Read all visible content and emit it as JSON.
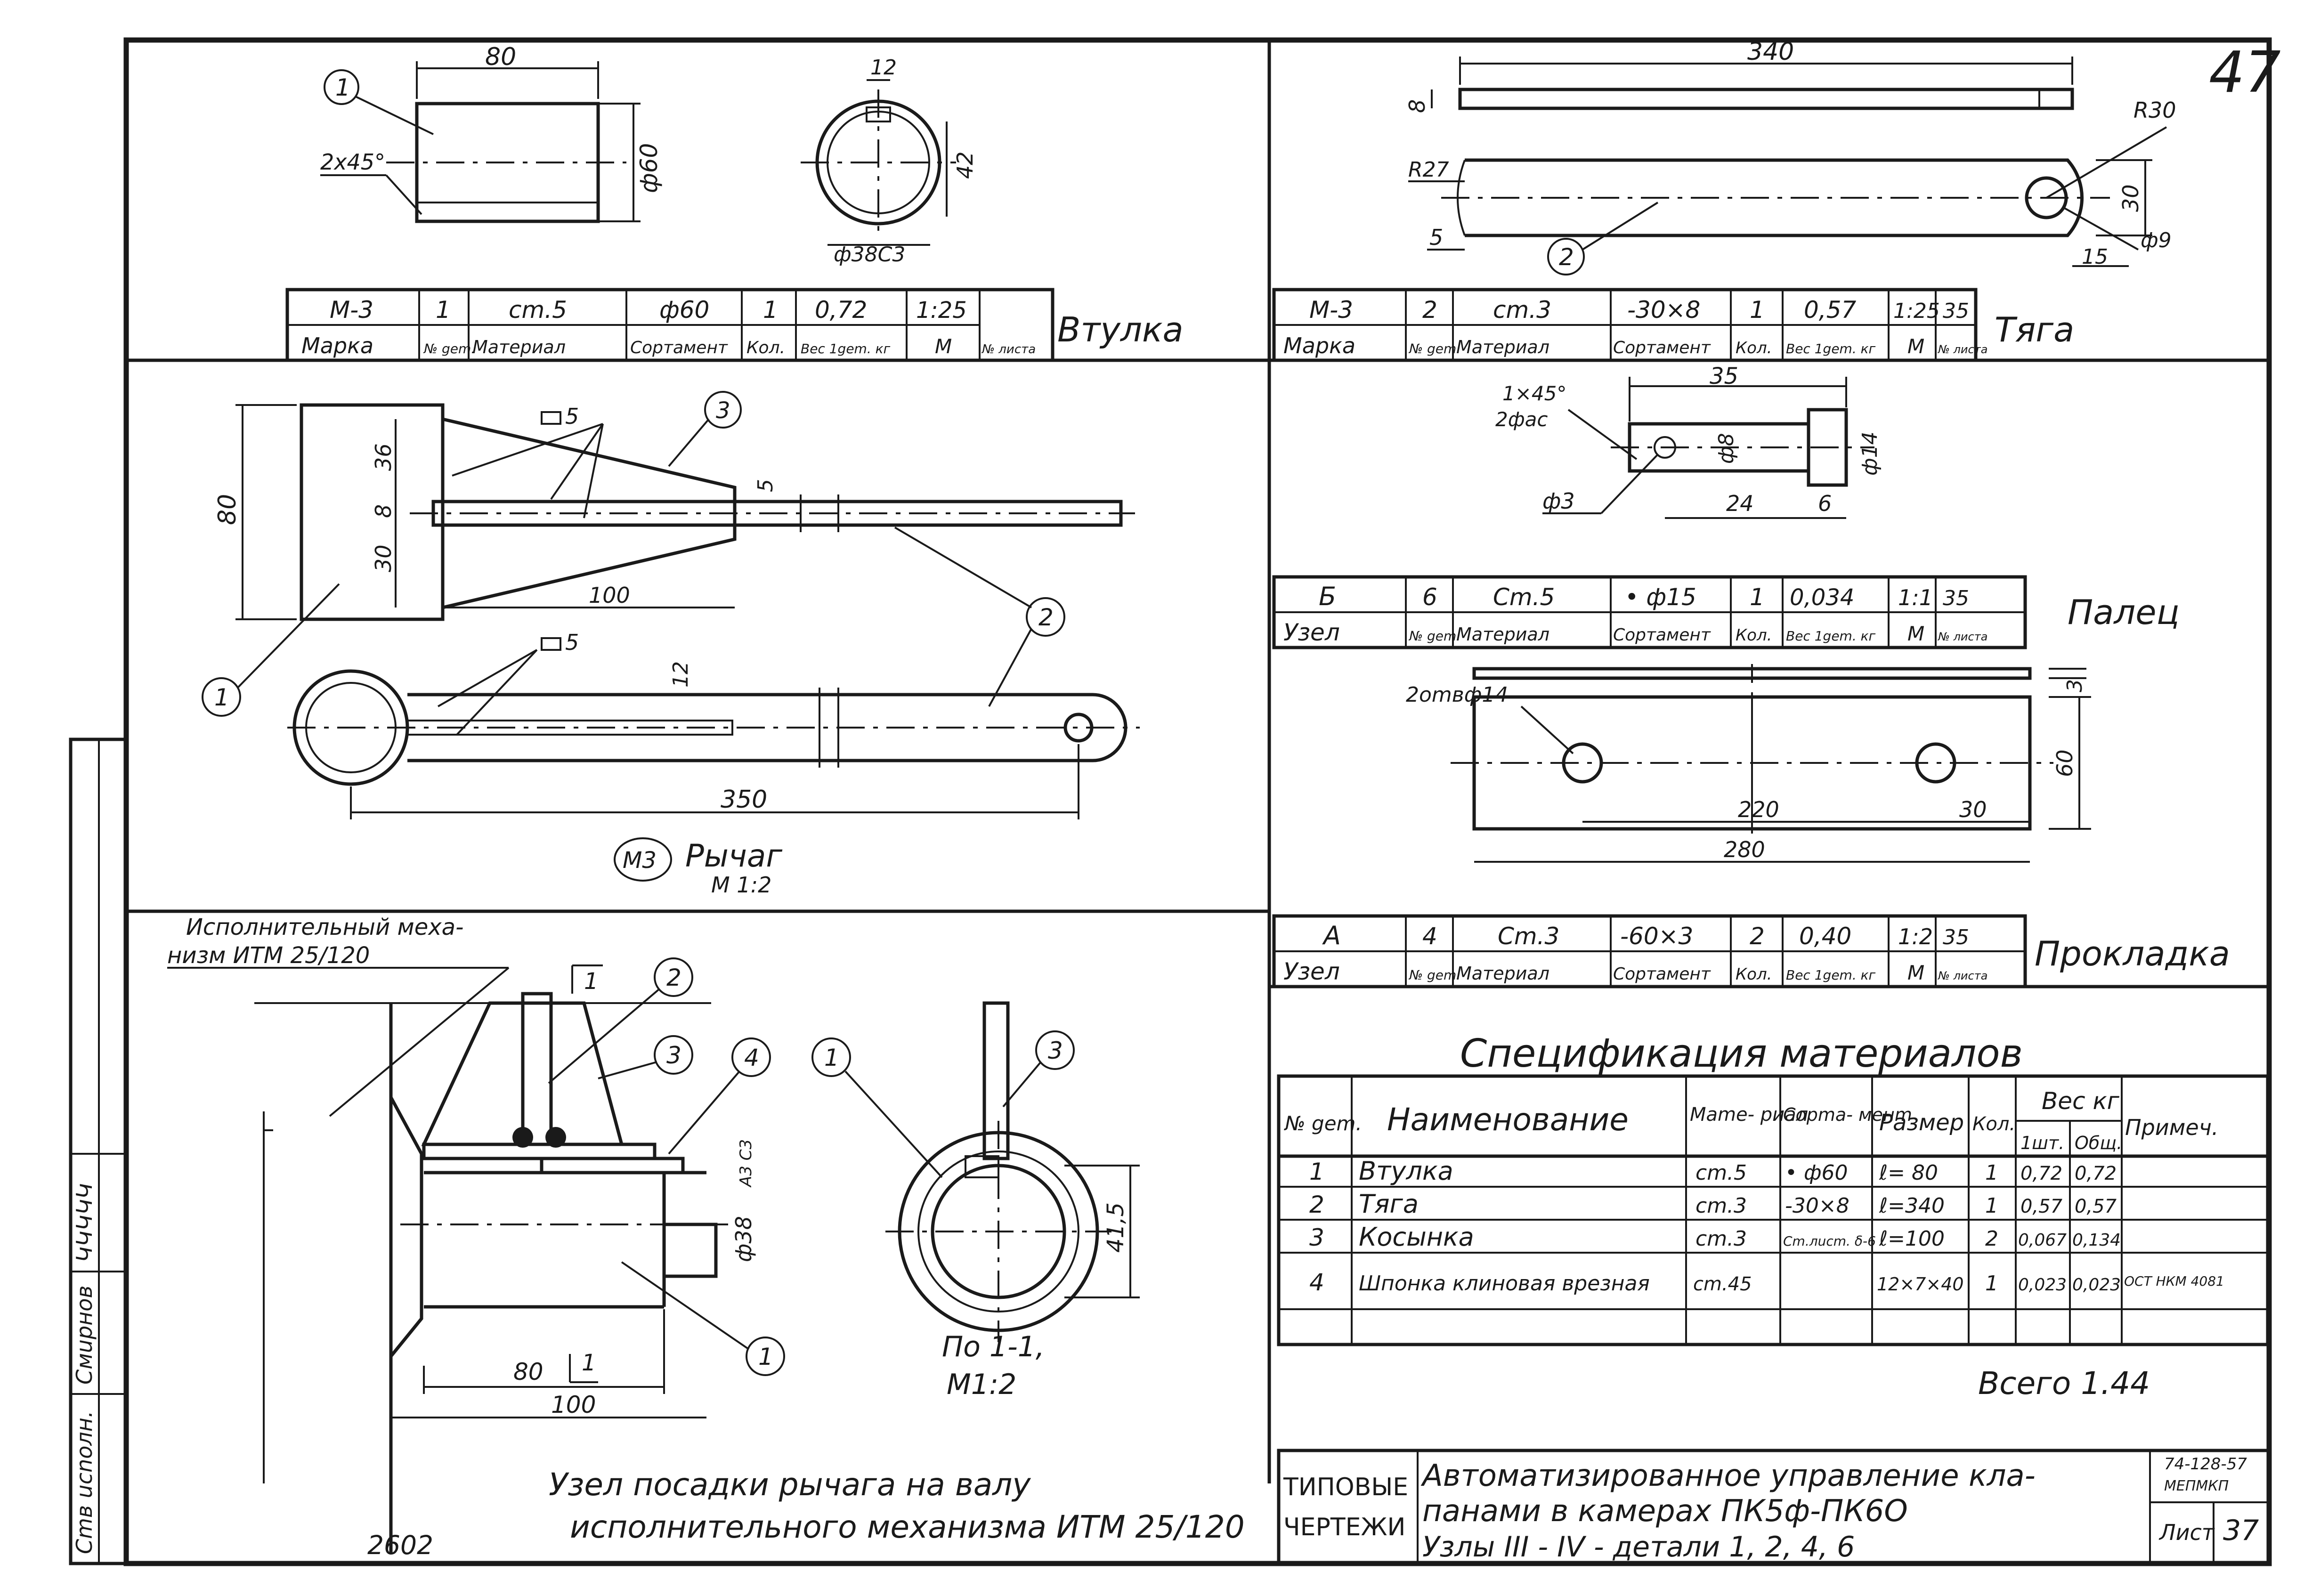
{
  "sheet": {
    "page_number": "47",
    "code": "2602"
  },
  "margin_stamp": {
    "lines": [
      "Сmв ucnoлн.",
      "Cмuрнoв",
      "ԿԿԿԿԿ"
    ]
  },
  "part_bushing": {
    "callout": "1",
    "dims": {
      "length": "80",
      "chamfer": "2x45°",
      "diameter": "ф60",
      "key_width": "12",
      "key_depth": "42",
      "bore": "ф38С3"
    },
    "title_row": {
      "mark": "M-3",
      "part_no": "1",
      "material": "cm.5",
      "sortament": "ф60",
      "qty": "1",
      "weight": "0,72",
      "scale": "1:25",
      "sheet_no": ""
    },
    "name": "Втулка"
  },
  "part_rod": {
    "callout": "2",
    "dims": {
      "length": "340",
      "thickness": "8",
      "radius_end": "R30",
      "radius_start": "R27",
      "offset": "5",
      "height": "30",
      "edge": "15",
      "hole": "ф9"
    },
    "title_row": {
      "mark": "M-3",
      "part_no": "2",
      "material": "cm.3",
      "sortament": "-30×8",
      "qty": "1",
      "weight": "0,57",
      "scale": "1:25",
      "sheet_no": "35"
    },
    "name": "Тяга"
  },
  "header_labels": {
    "mark": "Mарка",
    "part_no": "№ gem.",
    "material": "Материал",
    "sortament": "Сортамент",
    "qty": "Кол.",
    "weight": "Вес 1gem. кг",
    "scale": "M",
    "sheet_no": "№ листа"
  },
  "part_pin": {
    "dims": {
      "length": "35",
      "chamfer": "1×45°",
      "chamfer_note": "2фас",
      "d1": "ф8",
      "d2": "ф14",
      "hole": "ф3",
      "l1": "24",
      "l2": "6"
    },
    "title_row": {
      "mark": "Б",
      "part_no": "6",
      "material": "Cm.5",
      "sortament": "• ф15",
      "qty": "1",
      "weight": "0,034",
      "scale": "1:1",
      "sheet_no": "35"
    },
    "row_label": "Узел",
    "name": "Палец"
  },
  "part_pad": {
    "dims": {
      "holes": "2omвф14",
      "thickness": "3",
      "height": "60",
      "pitch": "220",
      "edge": "30",
      "length": "280"
    },
    "title_row": {
      "mark": "A",
      "part_no": "4",
      "material": "Cm.3",
      "sortament": "-60×3",
      "qty": "2",
      "weight": "0,40",
      "scale": "1:2",
      "sheet_no": "35"
    },
    "row_label": "Узел",
    "name": "Прокладка"
  },
  "lever": {
    "callouts": [
      "1",
      "2",
      "3"
    ],
    "dims": {
      "height": "80",
      "top": "36",
      "mid": "8",
      "bottom": "30",
      "gusset_len": "100",
      "weld": "5",
      "weld2": "5",
      "key": "12",
      "slot": "5",
      "length": "350"
    },
    "label_badge": "M3",
    "label": "Рычаг",
    "scale": "M 1:2"
  },
  "mount": {
    "callouts": [
      "1",
      "2",
      "3",
      "4"
    ],
    "dims": {
      "d": "ф38",
      "fit": "A3 C3",
      "l1": "80",
      "l2": "100",
      "section_mark": "1",
      "key_h": "41,5"
    },
    "mechanism_label": "Исполнительный меха-\nнизм ИТМ 25/120",
    "section_label": "По 1-1,",
    "section_scale": "M1:2",
    "caption_line1": "Узел посадки рычага на валу",
    "caption_line2": "исполнительного механизма ИТМ 25/120"
  },
  "specification": {
    "title": "Спецификация материалов",
    "headers": [
      "№ gem.",
      "Наименование",
      "Mame- риал",
      "Copma- менm",
      "Размер",
      "Кол.",
      "1шт.",
      "Общ.",
      "Примеч."
    ],
    "weight_group": "Вес кг",
    "rows": [
      {
        "no": "1",
        "name": "Втулка",
        "material": "cm.5",
        "sortament": "• ф60",
        "size": "ℓ= 80",
        "qty": "1",
        "w1": "0,72",
        "wt": "0,72",
        "note": ""
      },
      {
        "no": "2",
        "name": "Тяга",
        "material": "cm.3",
        "sortament": "-30×8",
        "size": "ℓ=340",
        "qty": "1",
        "w1": "0,57",
        "wt": "0,57",
        "note": ""
      },
      {
        "no": "3",
        "name": "Косынка",
        "material": "cm.3",
        "sortament": "Cm.лucm. δ-6",
        "size": "ℓ=100",
        "qty": "2",
        "w1": "0,067",
        "wt": "0,134",
        "note": ""
      },
      {
        "no": "4",
        "name": "Шпонка клиновая врезная",
        "material": "cm.45",
        "sortament": "",
        "size": "12×7×40",
        "qty": "1",
        "w1": "0,023",
        "wt": "0,023",
        "note": "ОСТ НКМ 4081"
      }
    ],
    "total": "Всего 1.44"
  },
  "title_block": {
    "series": "ТИПОВЫЕ ЧЕРТЕЖИ",
    "title_line1": "Автоматизированное управление кла-",
    "title_line2": "панами в камерах ПК5ф-ПК6О",
    "title_line3": "Узлы III - IV - детали 1, 2, 4, 6",
    "number_top": "74-128-57",
    "number_bottom": "МЕПМКП",
    "sheet_label": "Лист",
    "sheet_value": "37"
  }
}
